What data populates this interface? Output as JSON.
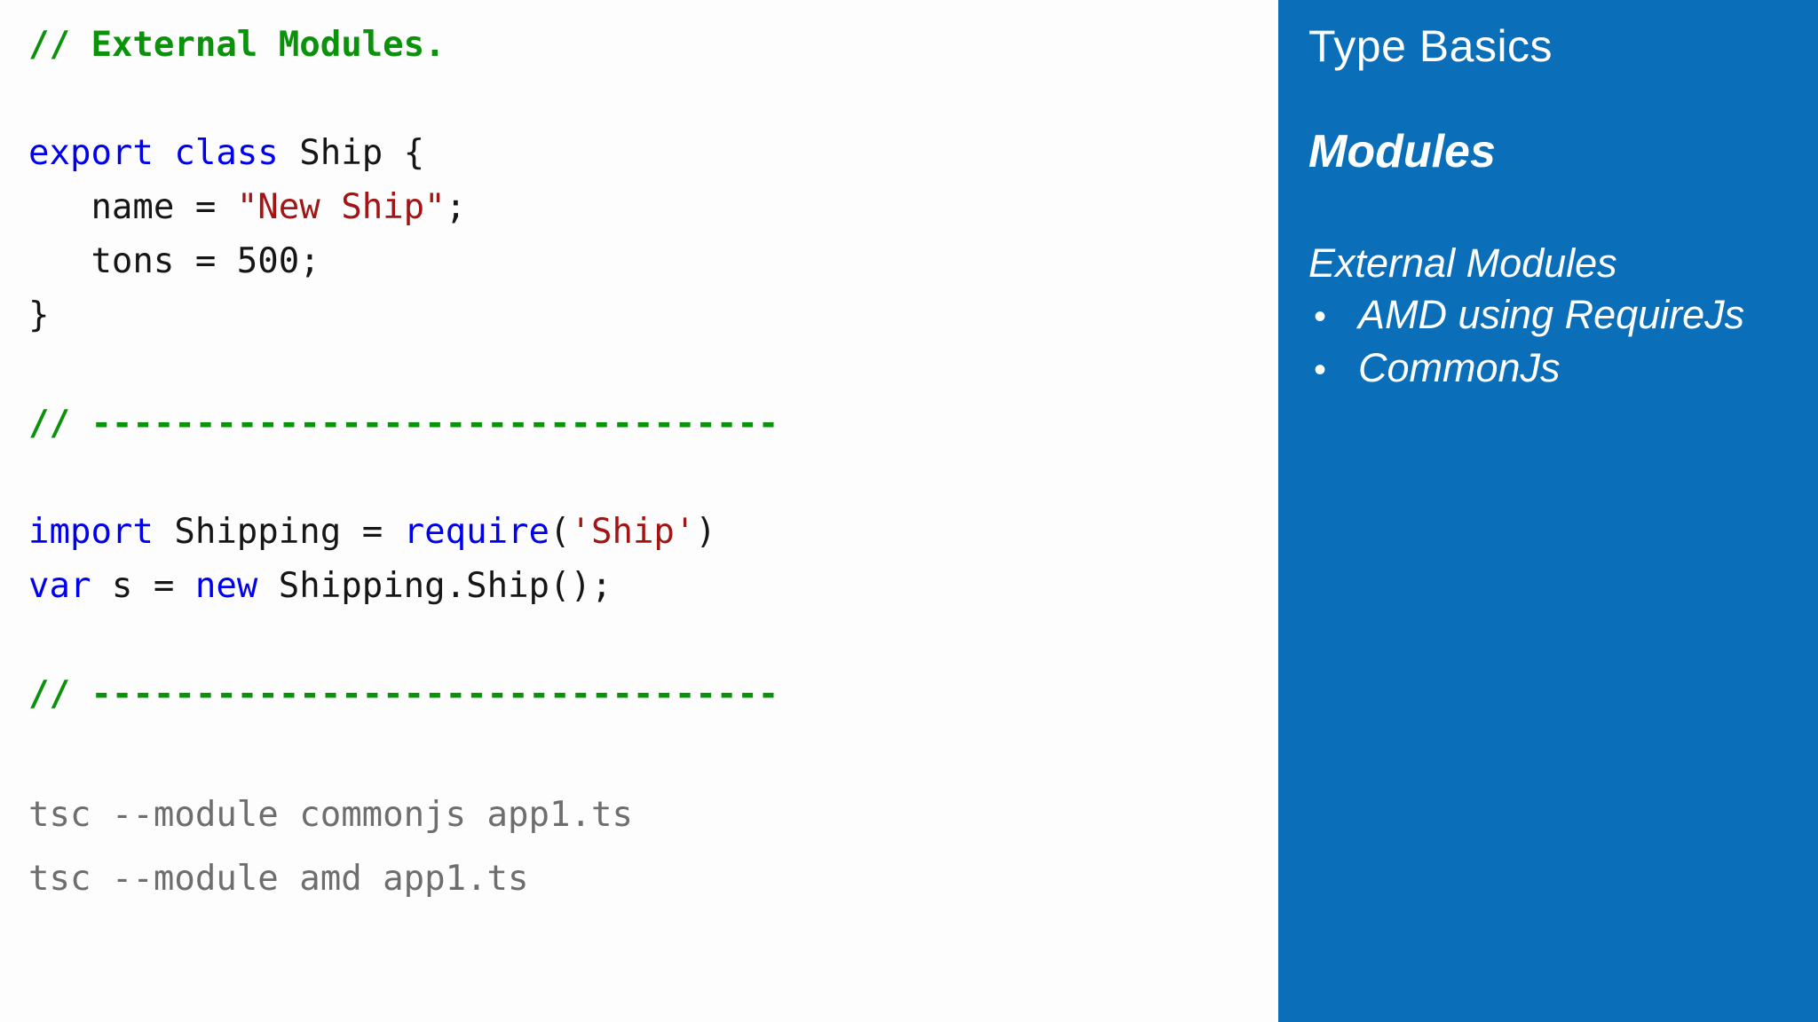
{
  "colors": {
    "panel_blue": "#0a6eb9",
    "comment_green": "#0a920a",
    "keyword_blue": "#0000ee",
    "string_red": "#a31515",
    "shell_gray": "#6e6e6e",
    "code_black": "#161616",
    "background_white": "#fdfdfd",
    "sidebar_text_white": "#ffffff"
  },
  "code": {
    "lines": [
      {
        "segments": [
          {
            "t": "// External Modules.",
            "c": "cmt"
          }
        ]
      },
      {
        "blank": true
      },
      {
        "segments": [
          {
            "t": "export",
            "c": "kw"
          },
          {
            "t": " ",
            "c": "plain"
          },
          {
            "t": "class",
            "c": "kw"
          },
          {
            "t": " Ship {",
            "c": "plain"
          }
        ]
      },
      {
        "segments": [
          {
            "t": "   name = ",
            "c": "plain"
          },
          {
            "t": "\"New Ship\"",
            "c": "str"
          },
          {
            "t": ";",
            "c": "plain"
          }
        ]
      },
      {
        "segments": [
          {
            "t": "   tons = 500;",
            "c": "plain"
          }
        ]
      },
      {
        "segments": [
          {
            "t": "}",
            "c": "plain"
          }
        ]
      },
      {
        "blank": true
      },
      {
        "segments": [
          {
            "t": "// ---------------------------------",
            "c": "cmt"
          }
        ]
      },
      {
        "blank": true
      },
      {
        "segments": [
          {
            "t": "import",
            "c": "kw"
          },
          {
            "t": " Shipping = ",
            "c": "plain"
          },
          {
            "t": "require",
            "c": "kw"
          },
          {
            "t": "(",
            "c": "plain"
          },
          {
            "t": "'Ship'",
            "c": "str"
          },
          {
            "t": ")",
            "c": "plain"
          }
        ]
      },
      {
        "segments": [
          {
            "t": "var",
            "c": "kw"
          },
          {
            "t": " s = ",
            "c": "plain"
          },
          {
            "t": "new",
            "c": "kw"
          },
          {
            "t": " Shipping.Ship();",
            "c": "plain"
          }
        ]
      },
      {
        "blank": true
      },
      {
        "segments": [
          {
            "t": "// ---------------------------------",
            "c": "cmt"
          }
        ]
      },
      {
        "blank": true
      },
      {
        "gap": 14,
        "segments": [
          {
            "t": "tsc --module commonjs app1.ts",
            "c": "gray"
          }
        ]
      },
      {
        "gap": 11,
        "segments": [
          {
            "t": "tsc --module amd app1.ts",
            "c": "gray"
          }
        ]
      }
    ]
  },
  "sidebar": {
    "title": "Type Basics",
    "section_heading": "Modules",
    "subsection_heading": "External Modules",
    "bullet_icon": "•",
    "bullets": [
      {
        "label": "AMD using RequireJs"
      },
      {
        "label": "CommonJs"
      }
    ]
  }
}
